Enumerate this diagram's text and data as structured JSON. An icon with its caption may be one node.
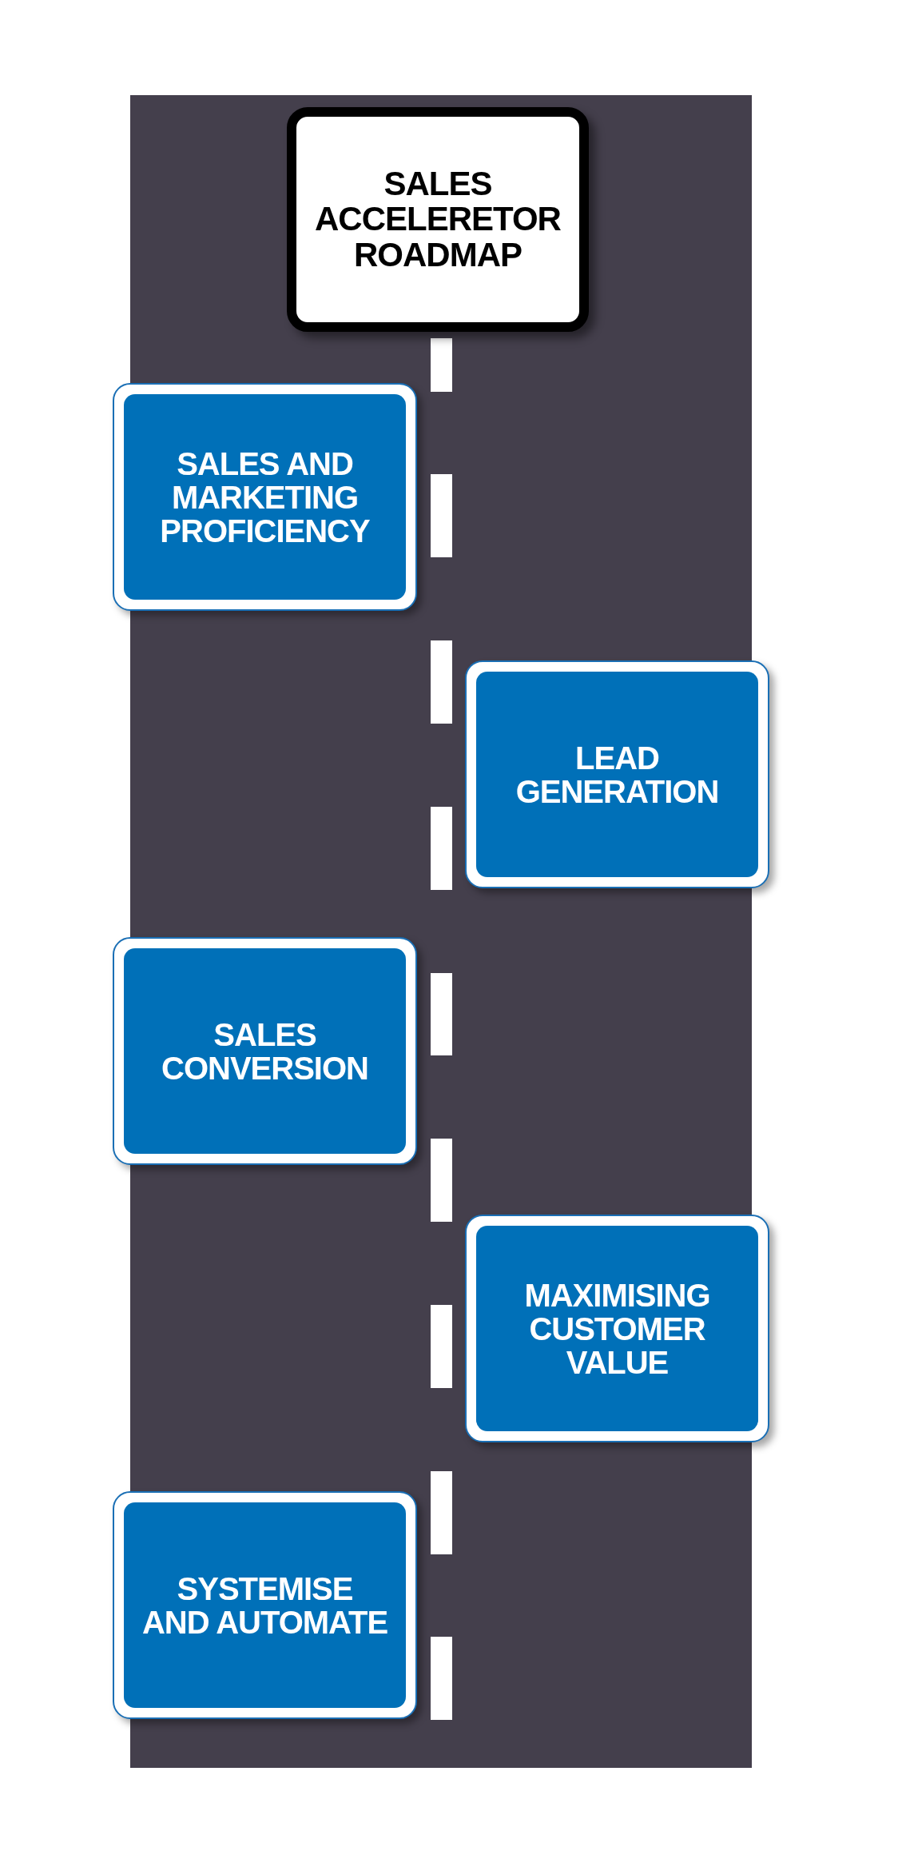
{
  "diagram": {
    "nodes": [
      {
        "text": [
          "SALES ACCELERETOR ROADMAP"
        ]
      },
      {
        "text": [
          "SALES AND MARKETING PROFICIENCY"
        ]
      },
      {
        "text": [
          "LEAD GENERATION"
        ]
      },
      {
        "text": [
          "SALES CONVERSION"
        ]
      },
      {
        "text": [
          "MAXIMISING CUSTOMER VALUE"
        ]
      },
      {
        "text": [
          "SYSTEMISE AND AUTOMATE"
        ]
      }
    ]
  }
}
